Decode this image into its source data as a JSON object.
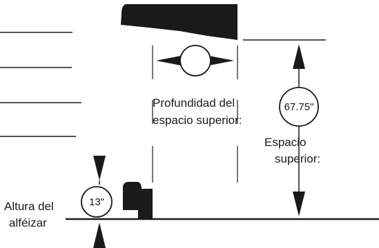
{
  "diagram": {
    "space_depth_label_line1": "Profundidad del",
    "space_depth_label_line2": "espacio superior:",
    "top_space_label_line1": "Espacio",
    "top_space_label_line2": "superior:",
    "top_space_value": "67.75\"",
    "sill_label_line1": "Altura del",
    "sill_label_line2": "alféizar",
    "sill_value": "13\""
  },
  "colors": {
    "ink": "#1a1a1a",
    "background": "#ffffff"
  }
}
